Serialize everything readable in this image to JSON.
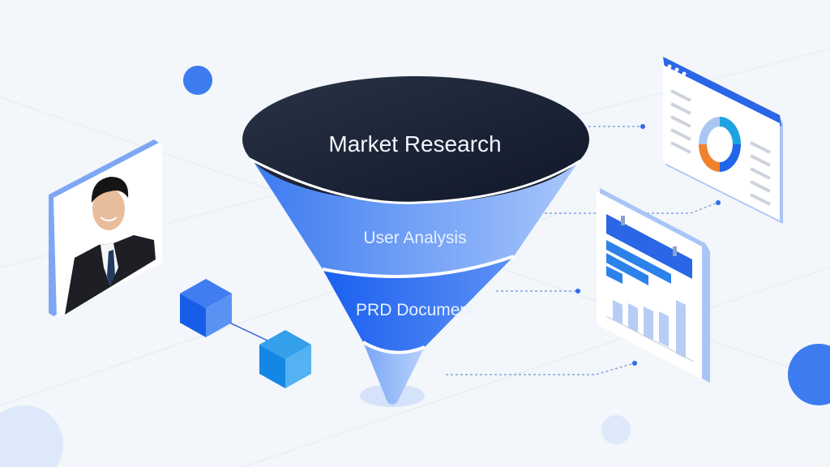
{
  "diagram": {
    "type": "funnel",
    "stages": [
      {
        "label": "Market Research",
        "color": "#1a2235"
      },
      {
        "label": "User Analysis",
        "color": "#5b8def"
      },
      {
        "label": "PRD Document",
        "color": "#2f6ff0"
      },
      {
        "label": "",
        "color": "#8db3f7"
      }
    ]
  },
  "colors": {
    "background": "#f3f6fa",
    "accent": "#2f6ff0",
    "dark": "#1a2235",
    "orange": "#f0822c",
    "cyan": "#1ea2e0"
  },
  "illustrations": {
    "profile_card": "portrait-photo",
    "dashboard_window": "donut-chart",
    "report_card": "bar-chart"
  }
}
